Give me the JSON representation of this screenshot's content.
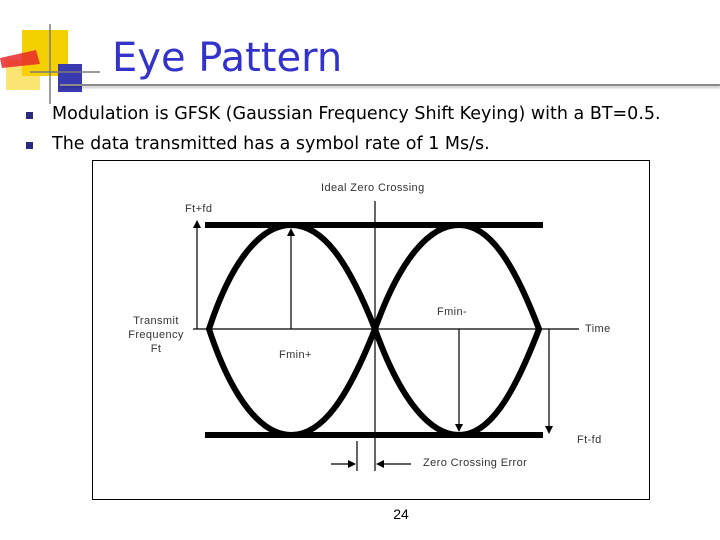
{
  "slide": {
    "title": "Eye Pattern",
    "page_number": "24",
    "colors": {
      "title": "#3333cc",
      "bullet": "#2a2a80",
      "logo_yellow": "#f5d000",
      "logo_red": "#e8282b",
      "logo_blue": "#3a3ab0"
    }
  },
  "bullets": [
    {
      "text": " Modulation is GFSK (Gaussian Frequency Shift Keying) with a BT=0.5."
    },
    {
      "text": "The data transmitted has a symbol rate of 1 Ms/s."
    }
  ],
  "figure": {
    "labels": {
      "ideal_zero_crossing": "Ideal Zero Crossing",
      "ft_plus_fd": "Ft+fd",
      "transmit_frequency_line1": "Transmit",
      "transmit_frequency_line2": "Frequency",
      "transmit_frequency_line3": "Ft",
      "fmin_minus": "Fmin-",
      "time": "Time",
      "fmin_plus": "Fmin+",
      "ft_minus_fd": "Ft-fd",
      "zero_crossing_error": "Zero Crossing Error"
    }
  }
}
